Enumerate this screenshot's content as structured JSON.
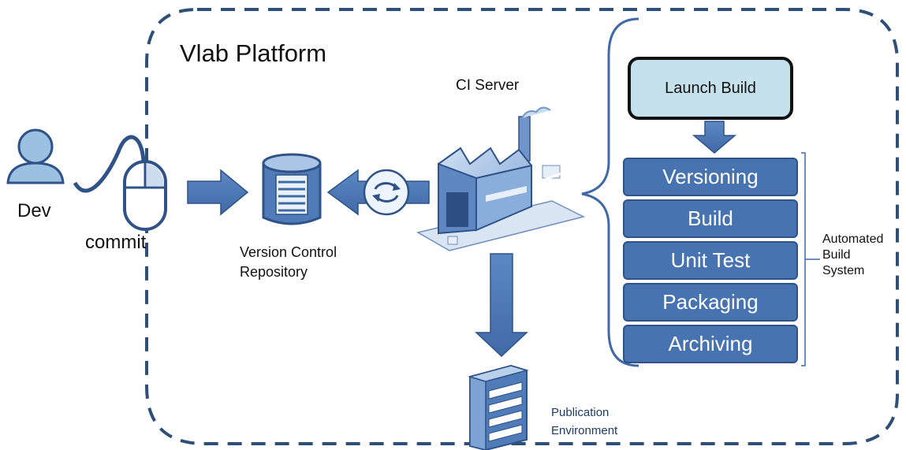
{
  "platform": {
    "title": "Vlab Platform"
  },
  "developer": {
    "label": "Dev",
    "action_label": "commit"
  },
  "repository": {
    "label_lines": [
      "Version Control",
      "Repository"
    ]
  },
  "ci_server": {
    "label": "CI Server"
  },
  "build_flow": {
    "launch_label": "Launch Build",
    "steps": [
      "Versioning",
      "Build",
      "Unit Test",
      "Packaging",
      "Archiving"
    ],
    "group_label_lines": [
      "Automated",
      "Build",
      "System"
    ]
  },
  "publication": {
    "label_lines": [
      "Publication",
      "Environment"
    ]
  },
  "colors": {
    "accent": "#4773b1",
    "accent_dark": "#2f5289",
    "launch_fill": "#c4e1ec",
    "dash_border": "#2e5078",
    "text_dark": "#111111"
  }
}
